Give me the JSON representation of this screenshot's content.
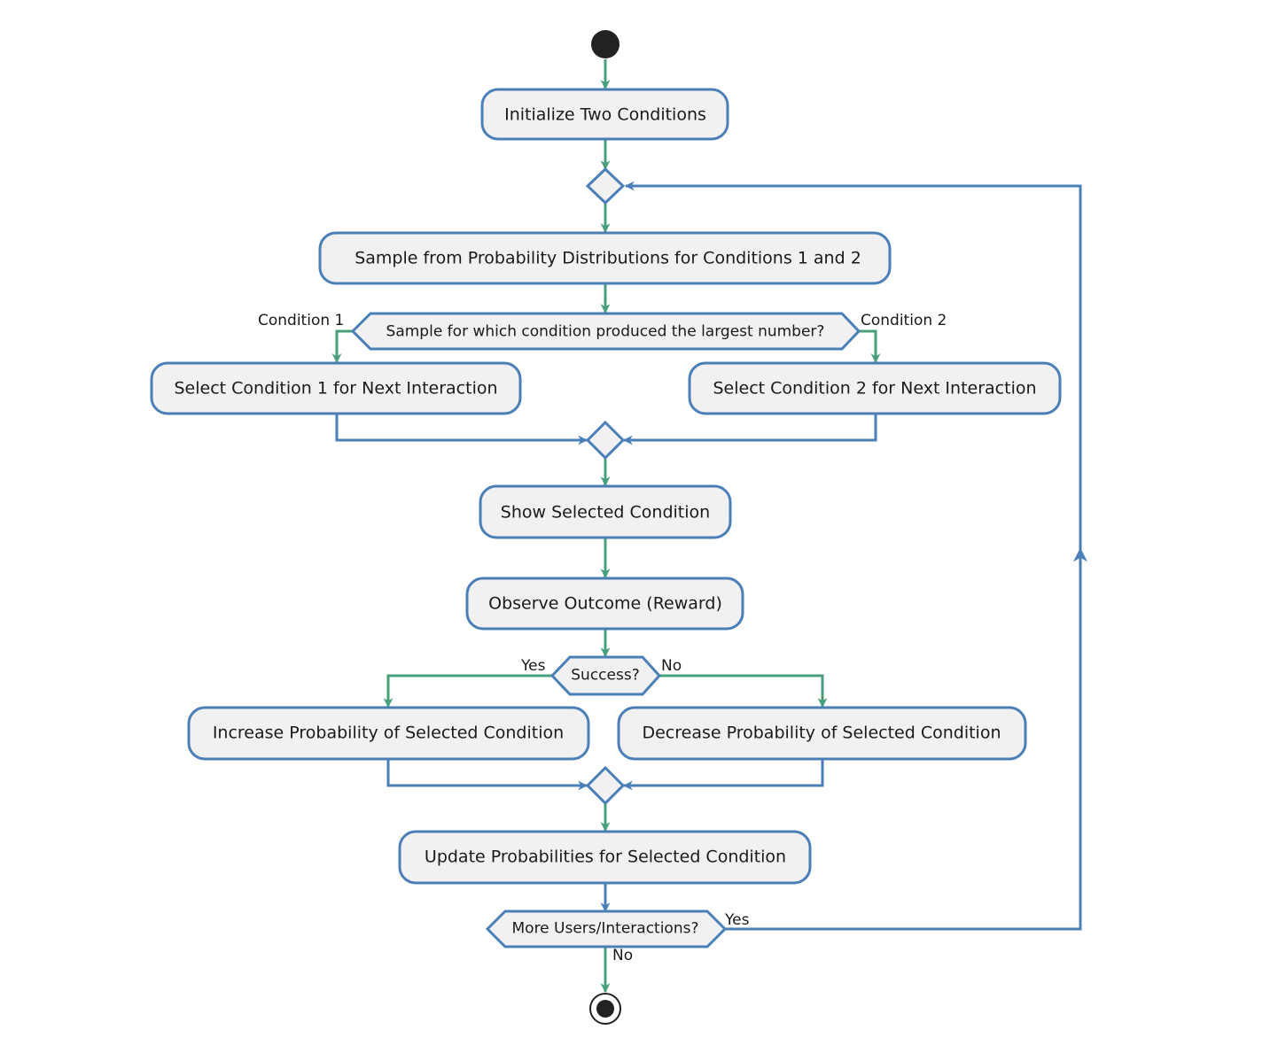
{
  "nodes": {
    "initialize": "Initialize Two Conditions",
    "sample": "Sample from Probability Distributions for Conditions 1 and 2",
    "select1": "Select Condition 1 for Next Interaction",
    "select2": "Select Condition 2 for Next Interaction",
    "show": "Show Selected Condition",
    "observe": "Observe Outcome (Reward)",
    "increase": "Increase Probability of Selected Condition",
    "decrease": "Decrease Probability of Selected Condition",
    "update": "Update Probabilities for Selected Condition"
  },
  "decisions": {
    "largest": "Sample for which condition produced the largest number?",
    "success": "Success?",
    "more": "More Users/Interactions?"
  },
  "edge_labels": {
    "condition1": "Condition 1",
    "condition2": "Condition 2",
    "success_yes": "Yes",
    "success_no": "No",
    "more_yes": "Yes",
    "more_no": "No"
  },
  "colors": {
    "node_fill": "#f1f1f1",
    "node_border": "#4a7fb8",
    "flow_green": "#47a07a",
    "flow_blue": "#4a7fb8",
    "start_fill": "#222222"
  }
}
